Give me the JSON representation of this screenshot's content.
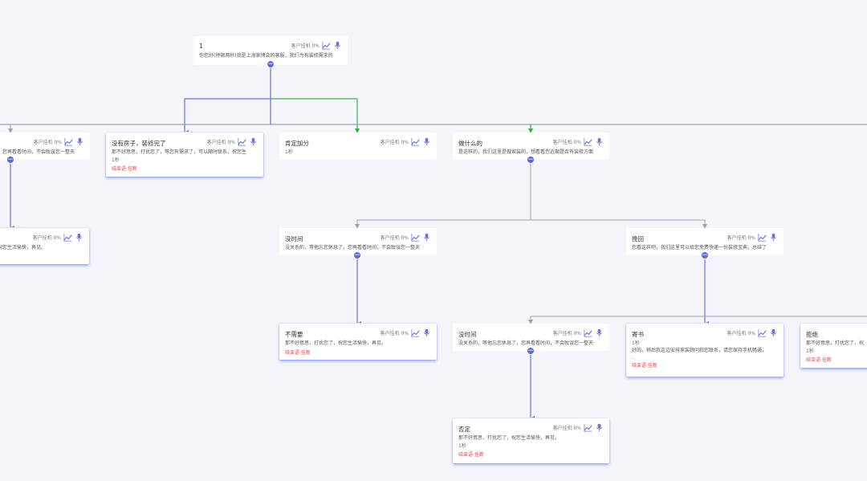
{
  "stat": "客户挂机 0%",
  "icons": {
    "chart": "line-chart-icon",
    "voice": "microphone-icon",
    "collapse": "minus-circle-icon"
  },
  "colors": {
    "accent": "#6773d4",
    "green": "#3fae49",
    "gray": "#9aa1b2",
    "tag": "#e14b4b",
    "background": "#f3f5fb"
  },
  "nodes": {
    "root": {
      "title": "1",
      "content": "你您好(停顿两秒)我是上海家博会的客服，我们为有装修需求的",
      "collapse_label": "−"
    },
    "left_partial": {
      "content": "，您再看看时间，不会耽误您一整天"
    },
    "left_child": {
      "content": "祝您生活愉快，再见。"
    },
    "no_house": {
      "title": "没有房子，装修完了",
      "content": "那不好意思，打扰您了，等您有需求了，可以随时联系，祝您生",
      "duration": "1秒",
      "tag": "结束语·挂断"
    },
    "bonus": {
      "title": "肯定加分",
      "duration": "1秒"
    },
    "what": {
      "title": "做什么的",
      "content": "是这样的，我们这里是做家装的，想看看您近期是否有装修方面"
    },
    "no_time": {
      "title": "没时间",
      "content": "没关系的，等他忘您休息了，您再看看时间，不会耽误您一整天"
    },
    "detain": {
      "title": "挽回",
      "content": "您看这样吧，我们这里可以给您免费快递一份装修宝典，总结了"
    },
    "not_needed": {
      "title": "不需要",
      "content": "那不好意思，打扰您了，祝您生活愉快，再见。",
      "tag": "结束语·挂断"
    },
    "no_time2": {
      "title": "没时间",
      "content": "没关系的，等他忘您休息了，您再看看时间，不会耽误您一整天"
    },
    "send_book": {
      "title": "寄书",
      "duration": "1秒",
      "content": "好的，稍后我这边安排家装顾问和您联系，请您保持手机畅通，",
      "dash": "..",
      "tag": "结束语·挂断"
    },
    "refuse": {
      "title": "拒绝",
      "content": "那不好意思，打扰您了，祝",
      "duration": "1秒",
      "tag": "结束语·挂断"
    },
    "negative": {
      "title": "否定",
      "content": "那不好意思，打扰您了，祝您生活愉快，再见。",
      "duration": "1秒",
      "tag": "结束语·挂断"
    }
  }
}
